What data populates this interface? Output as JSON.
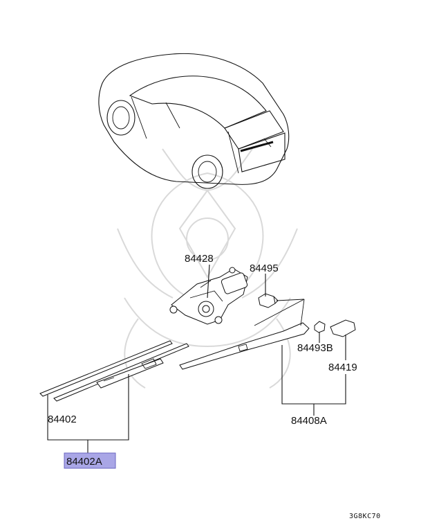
{
  "callouts": {
    "motor": "84428",
    "cap": "84495",
    "nut": "84493B",
    "arm_cover": "84419",
    "arm_assy": "84408A",
    "blade": "84402",
    "blade_assy": "84402A"
  },
  "reference_code": "3G8KC70",
  "highlight_color": "#a9a6e6"
}
